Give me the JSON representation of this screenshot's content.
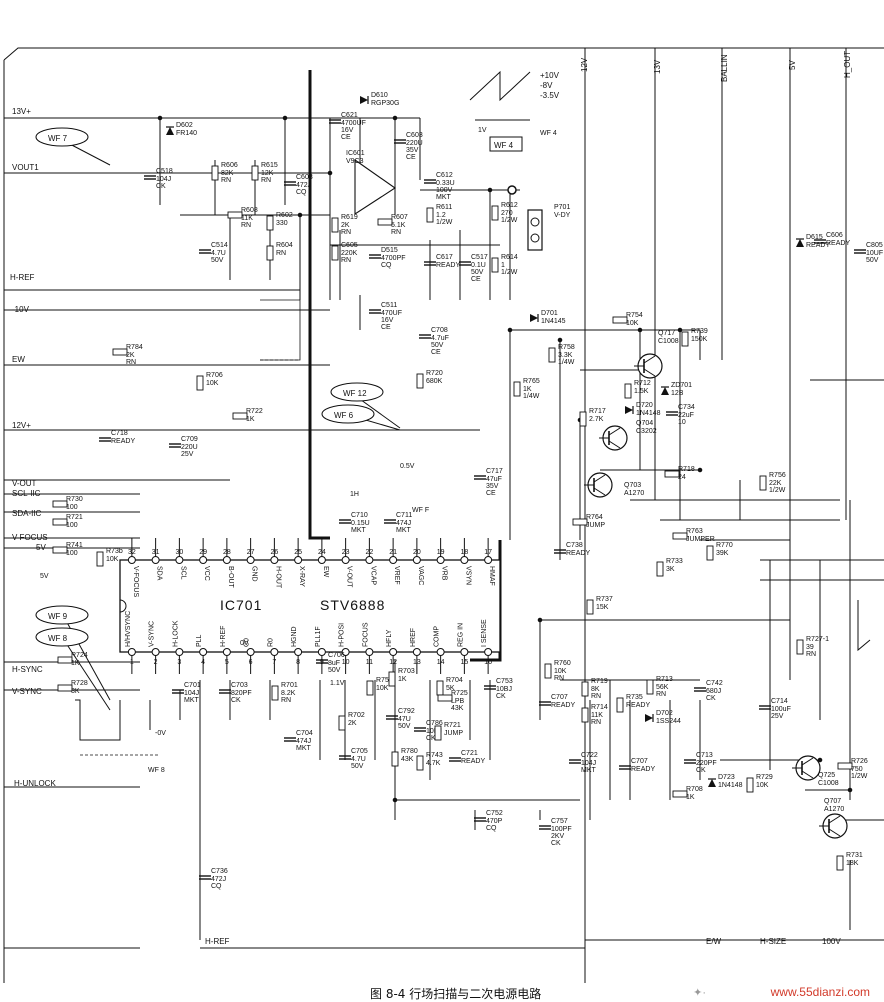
{
  "caption": "图 8-4   行场扫描与二次电源电路",
  "watermark": "www.55dianzi.com",
  "ic": {
    "ref": "IC701",
    "part": "STV6888"
  },
  "ic_pins_top": [
    {
      "n": "32",
      "name": "V-FOCUS"
    },
    {
      "n": "31",
      "name": "SDA"
    },
    {
      "n": "30",
      "name": "SCL"
    },
    {
      "n": "29",
      "name": "VCC"
    },
    {
      "n": "28",
      "name": "B-OUT"
    },
    {
      "n": "27",
      "name": "GND"
    },
    {
      "n": "26",
      "name": "H-OUT"
    },
    {
      "n": "25",
      "name": "X-RAY"
    },
    {
      "n": "24",
      "name": "EW"
    },
    {
      "n": "23",
      "name": "V-OUT"
    },
    {
      "n": "22",
      "name": "VCAP"
    },
    {
      "n": "21",
      "name": "VREF"
    },
    {
      "n": "20",
      "name": "VAGC"
    },
    {
      "n": "19",
      "name": "VRB"
    },
    {
      "n": "18",
      "name": "VSYN"
    },
    {
      "n": "17",
      "name": "HMAF"
    }
  ],
  "ic_pins_bottom": [
    {
      "n": "1",
      "name": "H/HVSYNC"
    },
    {
      "n": "2",
      "name": "V-SYNC"
    },
    {
      "n": "3",
      "name": "H-LOCK"
    },
    {
      "n": "4",
      "name": "PLL"
    },
    {
      "n": "5",
      "name": "H-REF"
    },
    {
      "n": "6",
      "name": "C0"
    },
    {
      "n": "7",
      "name": "R0"
    },
    {
      "n": "8",
      "name": "HGND"
    },
    {
      "n": "9",
      "name": "PLL1F"
    },
    {
      "n": "10",
      "name": "H-POSI"
    },
    {
      "n": "11",
      "name": "FOCUS"
    },
    {
      "n": "12",
      "name": "HFLY"
    },
    {
      "n": "13",
      "name": "HREF"
    },
    {
      "n": "14",
      "name": "COMP"
    },
    {
      "n": "15",
      "name": "REG IN"
    },
    {
      "n": "16",
      "name": "I SENSE"
    }
  ],
  "waveform_tags": [
    "WF 7",
    "WF 4",
    "WF 12",
    "WF 6",
    "WF 9",
    "WF 8"
  ],
  "nets": [
    {
      "id": "13v",
      "text": "13V+"
    },
    {
      "id": "vout1",
      "text": "VOUT1"
    },
    {
      "id": "href",
      "text": "H-REF"
    },
    {
      "id": "m10v",
      "text": "-10V"
    },
    {
      "id": "ew",
      "text": "EW"
    },
    {
      "id": "12v",
      "text": "12V+"
    },
    {
      "id": "vout",
      "text": "V-OUT"
    },
    {
      "id": "scl",
      "text": "SCL-IIC"
    },
    {
      "id": "sda",
      "text": "SDA-IIC"
    },
    {
      "id": "vfocus",
      "text": "V-FOCUS"
    },
    {
      "id": "5v",
      "text": "5V"
    },
    {
      "id": "hsync",
      "text": "H-SYNC"
    },
    {
      "id": "vsync",
      "text": "V-SYNC"
    },
    {
      "id": "hunlock",
      "text": "H-UNLOCK"
    },
    {
      "id": "href2",
      "text": "H-REF"
    },
    {
      "id": "ew2",
      "text": "E/W"
    },
    {
      "id": "hsize",
      "text": "H-SIZE"
    },
    {
      "id": "100v",
      "text": "100V"
    },
    {
      "id": "t12v",
      "text": "12V"
    },
    {
      "id": "t13v",
      "text": "13V"
    },
    {
      "id": "tb",
      "text": "BALLIN"
    },
    {
      "id": "t5v",
      "text": "5V"
    },
    {
      "id": "hout",
      "text": "H_OUT"
    },
    {
      "id": "wl",
      "text": "+10V"
    },
    {
      "id": "wl2",
      "text": "-8V"
    },
    {
      "id": "wl3",
      "text": "-3.5V"
    }
  ],
  "components": [
    {
      "id": "d610",
      "ref": "D610",
      "val": "RGP30G"
    },
    {
      "id": "c621",
      "ref": "C621",
      "val": "4700UF 16V CE"
    },
    {
      "id": "d602",
      "ref": "D602",
      "val": "FR140"
    },
    {
      "id": "c603",
      "ref": "C603",
      "val": "220U 35V CE"
    },
    {
      "id": "ic601",
      "ref": "IC601",
      "val": "V9C3"
    },
    {
      "id": "c518",
      "ref": "C518",
      "val": "104J CK"
    },
    {
      "id": "r606",
      "ref": "R606",
      "val": "82K RN"
    },
    {
      "id": "r615",
      "ref": "R615",
      "val": "12K RN"
    },
    {
      "id": "c608",
      "ref": "C608",
      "val": "472J CQ"
    },
    {
      "id": "c612",
      "ref": "C612",
      "val": "0.33U 100V MKT"
    },
    {
      "id": "r612",
      "ref": "R612",
      "val": "270 1/2W"
    },
    {
      "id": "p701",
      "ref": "P701",
      "val": "V-DY"
    },
    {
      "id": "r608",
      "ref": "R608",
      "val": "11K RN"
    },
    {
      "id": "r602",
      "ref": "R602",
      "val": "330"
    },
    {
      "id": "r619",
      "ref": "R619",
      "val": "2K RN"
    },
    {
      "id": "r607",
      "ref": "R607",
      "val": "5.1K RN"
    },
    {
      "id": "r611",
      "ref": "R611",
      "val": "1.2 1/2W"
    },
    {
      "id": "c514",
      "ref": "C514",
      "val": "4.7U 50V"
    },
    {
      "id": "r604",
      "ref": "R604",
      "val": "RN"
    },
    {
      "id": "c605",
      "ref": "C605",
      "val": "220K RN"
    },
    {
      "id": "d515",
      "ref": "D515",
      "val": "4700PF CQ"
    },
    {
      "id": "c617",
      "ref": "C617",
      "val": "READY"
    },
    {
      "id": "c517",
      "ref": "C517",
      "val": "0.1U 50V CE"
    },
    {
      "id": "r614",
      "ref": "R614",
      "val": "1 1/2W"
    },
    {
      "id": "c511",
      "ref": "C511",
      "val": "470UF 16V CE"
    },
    {
      "id": "c606",
      "ref": "C606",
      "val": "READY"
    },
    {
      "id": "d701",
      "ref": "D701",
      "val": "1N4145"
    },
    {
      "id": "r754",
      "ref": "R754",
      "val": "10K"
    },
    {
      "id": "q717",
      "ref": "Q717",
      "val": "C1008"
    },
    {
      "id": "r739",
      "ref": "R739",
      "val": "150K"
    },
    {
      "id": "r784",
      "ref": "R784",
      "val": "2K RN"
    },
    {
      "id": "c708",
      "ref": "C708",
      "val": "4.7uF 50V CE"
    },
    {
      "id": "r758",
      "ref": "R758",
      "val": "3.3K 1/4W"
    },
    {
      "id": "r712",
      "ref": "R712",
      "val": "1.5K"
    },
    {
      "id": "zd701",
      "ref": "ZD701",
      "val": "12B"
    },
    {
      "id": "r706",
      "ref": "R706",
      "val": "10K"
    },
    {
      "id": "r720",
      "ref": "R720",
      "val": "680K"
    },
    {
      "id": "r765",
      "ref": "R765",
      "val": "1K 1/4W"
    },
    {
      "id": "d720",
      "ref": "D720",
      "val": "1N4148"
    },
    {
      "id": "c734",
      "ref": "C734",
      "val": "22uF 10"
    },
    {
      "id": "r722",
      "ref": "R722",
      "val": "1K"
    },
    {
      "id": "r717",
      "ref": "R717",
      "val": "2.7K"
    },
    {
      "id": "q704",
      "ref": "Q704",
      "val": "C3202"
    },
    {
      "id": "c718",
      "ref": "C718",
      "val": "READY"
    },
    {
      "id": "c709",
      "ref": "C709",
      "val": "220U 25V"
    },
    {
      "id": "c717",
      "ref": "C717",
      "val": "47uF 35V CE"
    },
    {
      "id": "r718",
      "ref": "R718",
      "val": "24"
    },
    {
      "id": "q703",
      "ref": "Q703",
      "val": "A1270"
    },
    {
      "id": "r756",
      "ref": "R756",
      "val": "22K 1/2W"
    },
    {
      "id": "r730",
      "ref": "R730",
      "val": "100"
    },
    {
      "id": "r721",
      "ref": "R721",
      "val": "100"
    },
    {
      "id": "r741",
      "ref": "R741",
      "val": "100"
    },
    {
      "id": "r73b",
      "ref": "R73b",
      "val": "10K"
    },
    {
      "id": "c710",
      "ref": "C710",
      "val": "0.15U MKT"
    },
    {
      "id": "c711",
      "ref": "C711",
      "val": "474J MKT"
    },
    {
      "id": "r764",
      "ref": "R764",
      "val": "JUMP"
    },
    {
      "id": "c738",
      "ref": "C738",
      "val": "READY"
    },
    {
      "id": "r763",
      "ref": "R763",
      "val": "JUMPER"
    },
    {
      "id": "r770",
      "ref": "R770",
      "val": "39K"
    },
    {
      "id": "r733",
      "ref": "R733",
      "val": "3K"
    },
    {
      "id": "r737",
      "ref": "R737",
      "val": "15K"
    },
    {
      "id": "r727",
      "ref": "R727-1",
      "val": "39 RN"
    },
    {
      "id": "r724",
      "ref": "R724",
      "val": "1K"
    },
    {
      "id": "r728",
      "ref": "R728",
      "val": "3K"
    },
    {
      "id": "c701",
      "ref": "C701",
      "val": "104J MKT"
    },
    {
      "id": "c703",
      "ref": "C703",
      "val": "820PF CK"
    },
    {
      "id": "r701",
      "ref": "R701",
      "val": "8.2K RN"
    },
    {
      "id": "c706",
      "ref": "C706",
      "val": "8uF 50V"
    },
    {
      "id": "r750",
      "ref": "R750",
      "val": "10K"
    },
    {
      "id": "r703",
      "ref": "R703",
      "val": "1K"
    },
    {
      "id": "r704",
      "ref": "R704",
      "val": "5K"
    },
    {
      "id": "r725",
      "ref": "R725",
      "val": "LPB 43K"
    },
    {
      "id": "c753",
      "ref": "C753",
      "val": "10BJ CK"
    },
    {
      "id": "r760",
      "ref": "R760",
      "val": "10K RN"
    },
    {
      "id": "c707",
      "ref": "C707",
      "val": "READY"
    },
    {
      "id": "r719",
      "ref": "R719",
      "val": "8K RN"
    },
    {
      "id": "r714",
      "ref": "R714",
      "val": "11K RN"
    },
    {
      "id": "r735",
      "ref": "R735",
      "val": "READY"
    },
    {
      "id": "r713",
      "ref": "R713",
      "val": "56K RN"
    },
    {
      "id": "c742",
      "ref": "C742",
      "val": "680J CK"
    },
    {
      "id": "c714",
      "ref": "C714",
      "val": "100uF 25V"
    },
    {
      "id": "r702",
      "ref": "R702",
      "val": "2K"
    },
    {
      "id": "c704",
      "ref": "C704",
      "val": "474J MKT"
    },
    {
      "id": "c705",
      "ref": "C705",
      "val": "4.7U 50V"
    },
    {
      "id": "c792",
      "ref": "C792",
      "val": "47U 50V"
    },
    {
      "id": "c786",
      "ref": "C786",
      "val": "10BJ CK"
    },
    {
      "id": "r721b",
      "ref": "R721",
      "val": "JUMP"
    },
    {
      "id": "r780",
      "ref": "R780",
      "val": "43K"
    },
    {
      "id": "r743",
      "ref": "R743",
      "val": "4.7K"
    },
    {
      "id": "c721",
      "ref": "C721",
      "val": "READY"
    },
    {
      "id": "c722",
      "ref": "C722",
      "val": "104J MKT"
    },
    {
      "id": "d702",
      "ref": "D702",
      "val": "1SS244"
    },
    {
      "id": "c713",
      "ref": "C713",
      "val": "220PF CK"
    },
    {
      "id": "c707b",
      "ref": "C707",
      "val": "READY"
    },
    {
      "id": "d723",
      "ref": "D723",
      "val": "1N4148"
    },
    {
      "id": "r729",
      "ref": "R729",
      "val": "10K"
    },
    {
      "id": "r708",
      "ref": "R708",
      "val": "1K"
    },
    {
      "id": "q725",
      "ref": "Q725",
      "val": "C1008"
    },
    {
      "id": "r726",
      "ref": "R726",
      "val": "750 1/2W"
    },
    {
      "id": "q707",
      "ref": "Q707",
      "val": "A1270"
    },
    {
      "id": "r731",
      "ref": "R731",
      "val": "18K"
    },
    {
      "id": "c752",
      "ref": "C752",
      "val": "470P CQ"
    },
    {
      "id": "c757",
      "ref": "C757",
      "val": "100PF 2KV CK"
    },
    {
      "id": "c736",
      "ref": "C736",
      "val": "472J CQ"
    },
    {
      "id": "c805",
      "ref": "C805",
      "val": "10UF 50V"
    },
    {
      "id": "d615",
      "ref": "D615",
      "val": "READY"
    }
  ],
  "misc_text": [
    "1V",
    "WF 4",
    "0V",
    "-0V",
    "0.5V",
    "WF 8",
    "1H",
    "5V",
    "1.1V",
    "WF F"
  ]
}
